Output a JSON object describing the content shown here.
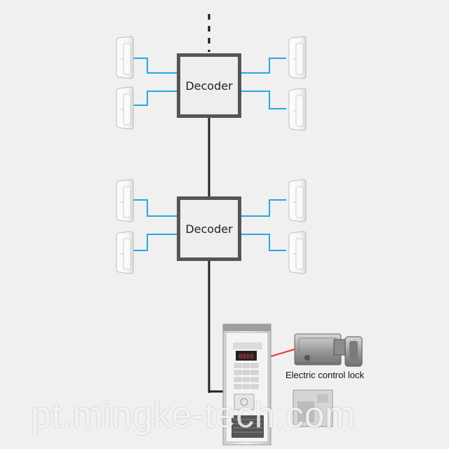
{
  "decoders": [
    {
      "label": "Decoder"
    },
    {
      "label": "Decoder"
    }
  ],
  "lock": {
    "caption": "Electric control lock"
  },
  "watermark": "pt.mingke-tech.com",
  "colors": {
    "backbone": "#222222",
    "branch": "#29a8dd",
    "lock_wire": "#e8352e",
    "decoder_border": "#555555"
  }
}
